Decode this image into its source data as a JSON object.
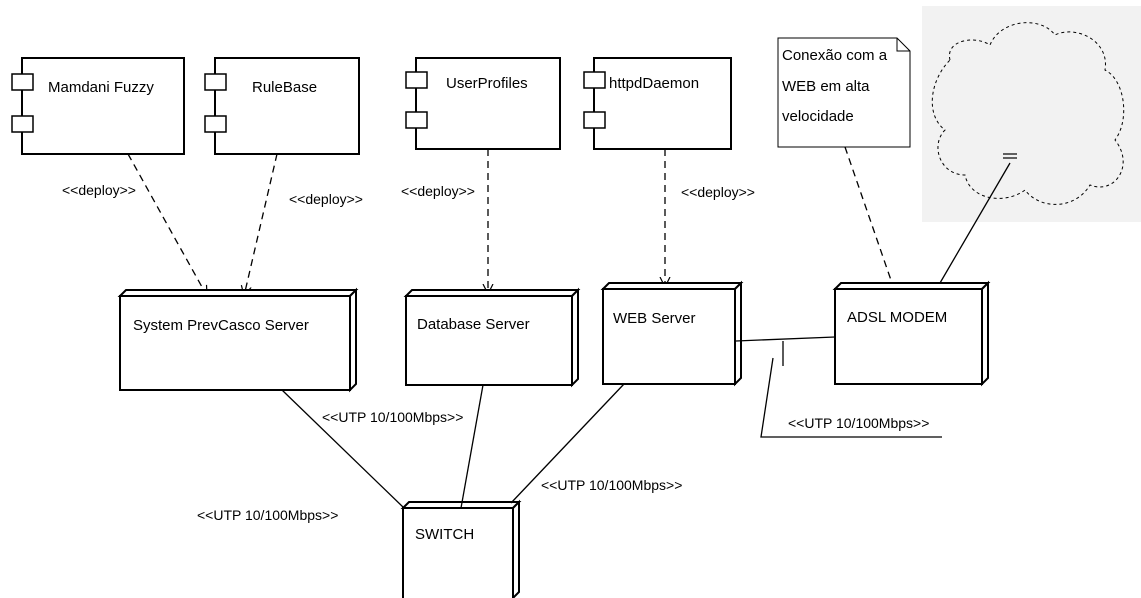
{
  "components": [
    {
      "id": "mamdani",
      "label": "Mamdani Fuzzy"
    },
    {
      "id": "rulebase",
      "label": "RuleBase"
    },
    {
      "id": "userprofiles",
      "label": "UserProfiles"
    },
    {
      "id": "httpd",
      "label": "httpdDaemon"
    }
  ],
  "nodes": [
    {
      "id": "system",
      "label": "System PrevCasco Server"
    },
    {
      "id": "database",
      "label": "Database Server"
    },
    {
      "id": "web",
      "label": "WEB Server"
    },
    {
      "id": "adsl",
      "label": "ADSL MODEM"
    },
    {
      "id": "switch",
      "label": "SWITCH"
    }
  ],
  "note": {
    "lines": [
      "Conexão com a",
      "WEB em alta",
      "velocidade"
    ]
  },
  "deploy_labels": [
    "<<deploy>>",
    "<<deploy>>",
    "<<deploy>>",
    "<<deploy>>"
  ],
  "link_labels": [
    "<<UTP 10/100Mbps>>",
    "<<UTP 10/100Mbps>>",
    "<<UTP 10/100Mbps>>",
    "<<UTP 10/100Mbps>>"
  ]
}
